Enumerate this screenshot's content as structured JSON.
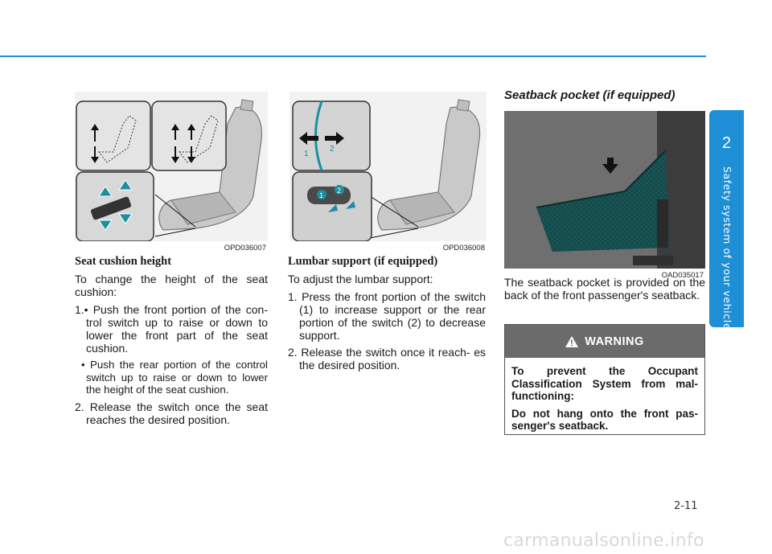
{
  "page": {
    "number": "2-11",
    "section_number": "2",
    "section_title": "Safety system of your vehicle",
    "watermark": "carmanualsonline.info"
  },
  "figures": [
    {
      "code": "OPD036007"
    },
    {
      "code": "OPD036008"
    },
    {
      "code": "OAD035017"
    }
  ],
  "seat_cushion": {
    "heading": "Seat cushion height",
    "intro": "To change the height of the seat cushion:",
    "item1": "1.• Push the front portion of the con- trol switch up to raise or down to lower the front part of the seat cushion.",
    "item1b": "• Push the rear portion of the control switch up to raise or down to lower the height of the seat cushion.",
    "item2": "2. Release the switch once the seat reaches the desired position."
  },
  "lumbar": {
    "heading": "Lumbar support (if equipped)",
    "intro": "To adjust the lumbar support:",
    "item1": "1. Press the front portion of the switch (1) to increase support or the rear portion of the switch (2) to decrease support.",
    "item2": "2. Release the switch once it reach- es the desired position."
  },
  "pocket": {
    "heading": "Seatback pocket (if equipped)",
    "text": "The seatback pocket is provided on the back of the front passenger's seatback."
  },
  "warning": {
    "title": "WARNING",
    "p1": "To prevent the Occupant Classification System from mal- functioning:",
    "p2": "Do not hang onto the front pas- senger's seatback."
  },
  "colors": {
    "accent": "#1e8fd6",
    "arrow": "#1a8fa0",
    "warning_bar": "#6b6b6b"
  }
}
